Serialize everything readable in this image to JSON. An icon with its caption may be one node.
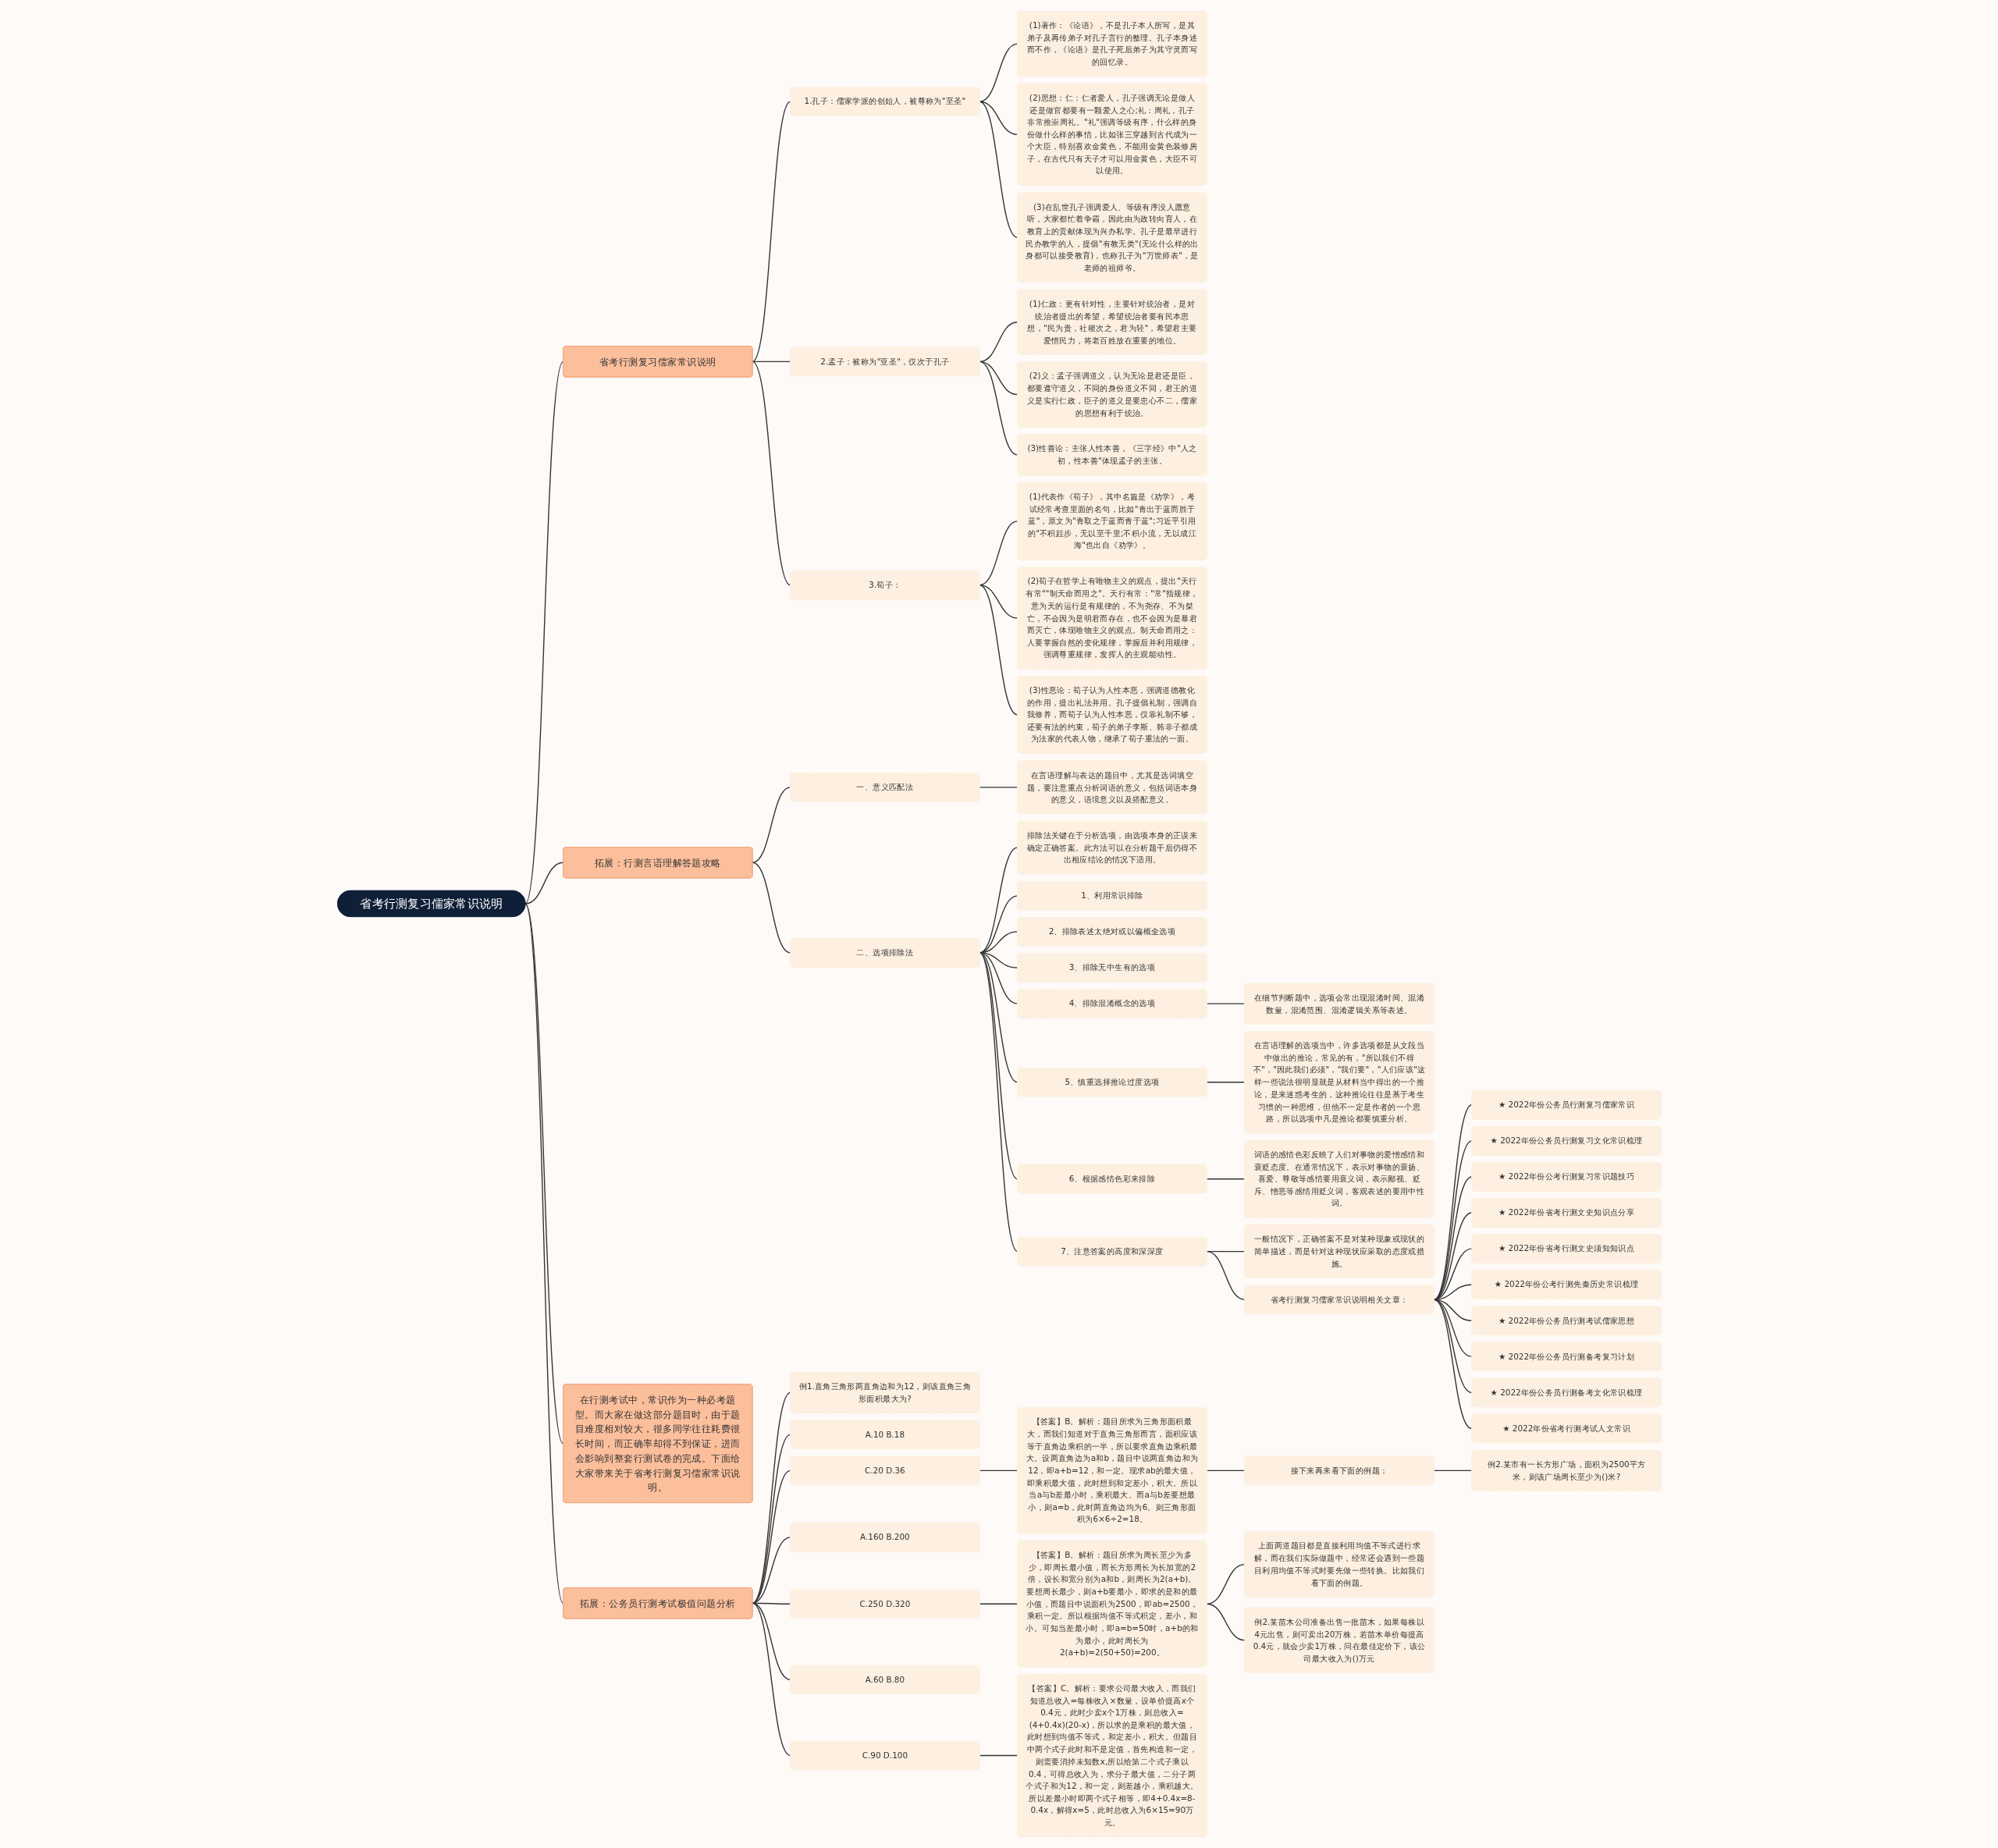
{
  "diagram": {
    "nodes": [
      {
        "text": [
          "省考行测复习儒家常识说明"
        ]
      },
      {
        "text": [
          "省考行测复习儒家常识说明"
        ]
      },
      {
        "text": [
          "1.孔子：儒家学派的创始人，被尊称为\"至圣\""
        ]
      },
      {
        "text": [
          "(1)著作：《论语》，不是孔子本人所写，是其弟子及再传弟子对孔子言行的整理。孔子本身述而不作，《论语》是孔子死后弟子为其守灵而写的回忆录。"
        ]
      },
      {
        "text": [
          "(2)思想：仁：仁者爱人，孔子强调无论是做人还是做官都要有一颗爱人之心;礼：周礼，孔子非常推崇周礼。\"礼\"强调等级有序，什么样的身份做什么样的事情，比如张三穿越到古代成为一个大臣，特别喜欢金黄色，不能用金黄色装修房子，在古代只有天子才可以用金黄色，大臣不可以使用。"
        ]
      },
      {
        "text": [
          "(3)在乱世孔子强调爱人、等级有序没人愿意听，大家都忙着争霸，因此由为政转向育人，在教育上的贡献体现为兴办私学。孔子是最早进行民办教学的人，提倡\"有教无类\"(无论什么样的出身都可以接受教育)，也称孔子为\"万世师表\"，是老师的祖师爷。"
        ]
      },
      {
        "text": [
          "2.孟子：被称为\"亚圣\"，仅次于孔子"
        ]
      },
      {
        "text": [
          "(1)仁政：更有针对性，主要针对统治者，是对统治者提出的希望，希望统治者要有民本思想，\"民为贵，社稷次之，君为轻\"，希望君主要爱惜民力，将老百姓放在重要的地位。"
        ]
      },
      {
        "text": [
          "(2)义：孟子强调道义，认为无论是君还是臣，都要遵守道义，不同的身份道义不同，君王的道义是实行仁政，臣子的道义是要忠心不二，儒家的思想有利于统治。"
        ]
      },
      {
        "text": [
          "(3)性善论：主张人性本善，《三字经》中\"人之初，性本善\"体现孟子的主张。"
        ]
      },
      {
        "text": [
          "3.荀子："
        ]
      },
      {
        "text": [
          "(1)代表作《荀子》，其中名篇是《劝学》，考试经常考查里面的名句，比如\"青出于蓝而胜于蓝\"，原文为\"青取之于蓝而青于蓝\";习近平引用的\"不积跬步，无以至千里;不积小流，无以成江海\"也出自《劝学》。"
        ]
      },
      {
        "text": [
          "(2)荀子在哲学上有唯物主义的观点，提出\"天行有常\"\"制天命而用之\"。天行有常：\"常\"指规律，意为天的运行是有规律的，不为尧存、不为桀亡，不会因为是明君而存在，也不会因为是暴君而灭亡，体现唯物主义的观点。制天命而用之：人要掌握自然的变化规律，掌握后并利用规律，强调尊重规律，发挥人的主观能动性。"
        ]
      },
      {
        "text": [
          "(3)性恶论：荀子认为人性本恶，强调道德教化的作用，提出礼法并用。孔子提倡礼制，强调自我修养，而荀子认为人性本恶，仅靠礼制不够，还要有法的约束，荀子的弟子李斯、韩非子都成为法家的代表人物，继承了荀子重法的一面。"
        ]
      },
      {
        "text": [
          "拓展：行测言语理解答题攻略"
        ]
      },
      {
        "text": [
          "一、意义匹配法"
        ]
      },
      {
        "text": [
          "在言语理解与表达的题目中，尤其是选词填空题，要注意重点分析词语的意义，包括词语本身的意义，语境意义以及搭配意义。"
        ]
      },
      {
        "text": [
          "二、选项排除法"
        ]
      },
      {
        "text": [
          "排除法关键在于分析选项，由选项本身的正误来确定正确答案。此方法可以在分析题干后仍得不出相应结论的情况下适用。"
        ]
      },
      {
        "text": [
          "1、利用常识排除"
        ]
      },
      {
        "text": [
          "2、排除表述太绝对或以偏概全选项"
        ]
      },
      {
        "text": [
          "3、排除无中生有的选项"
        ]
      },
      {
        "text": [
          "4、排除混淆概念的选项"
        ]
      },
      {
        "text": [
          "在细节判断题中，选项会常出现混淆时间、混淆数量，混淆范围、混淆逻辑关系等表述。"
        ]
      },
      {
        "text": [
          "5、慎重选择推论过度选项"
        ]
      },
      {
        "text": [
          "在言语理解的选项当中，许多选项都是从文段当中做出的推论，常见的有，\"所以我们不得不\"，\"因此我们必须\"，\"我们要\"，\"人们应该\"这样一些说法很明显就是从材料当中得出的一个推论，是来迷惑考生的，这种推论往往是基于考生习惯的一种思维，但他不一定是作者的一个思路，所以选项中凡是推论都要慎重分析。"
        ]
      },
      {
        "text": [
          "6、根据感情色彩来排除"
        ]
      },
      {
        "text": [
          "词语的感情色彩反映了人们对事物的爱憎感情和褒贬态度。在通常情况下，表示对事物的褒扬、喜爱、尊敬等感情要用褒义词，表示鄙视、贬斥、憎恶等感情用贬义词，客观表述的要用中性词。"
        ]
      },
      {
        "text": [
          "7、注意答案的高度和深深度"
        ]
      },
      {
        "text": [
          "一般情况下，正确答案不是对某种现象或现状的简单描述，而是针对这种现状应采取的态度或措施。"
        ]
      },
      {
        "text": [
          "省考行测复习儒家常识说明相关文章："
        ]
      },
      {
        "text": [
          "★ 2022年份公务员行测复习儒家常识"
        ]
      },
      {
        "text": [
          "★ 2022年份公务员行测复习文化常识梳理"
        ]
      },
      {
        "text": [
          "★ 2022年份公考行测复习常识题技巧"
        ]
      },
      {
        "text": [
          "★ 2022年份省考行测文史知识点分享"
        ]
      },
      {
        "text": [
          "★ 2022年份省考行测文史须知知识点"
        ]
      },
      {
        "text": [
          "★ 2022年份公考行测先秦历史常识梳理"
        ]
      },
      {
        "text": [
          "★ 2022年份公务员行测考试儒家思想"
        ]
      },
      {
        "text": [
          "★ 2022年份公务员行测备考复习计划"
        ]
      },
      {
        "text": [
          "★ 2022年份公务员行测备考文化常识梳理"
        ]
      },
      {
        "text": [
          "★ 2022年份省考行测考试人文常识"
        ]
      },
      {
        "text": [
          "在行测考试中，常识作为一种必考题型。而大家在做这部分题目时，由于题目难度相对较大，很多同学往往耗费很长时间，而正确率却得不到保证，进而会影响到整套行测试卷的完成。下面给大家带来关于省考行测复习儒家常识说明。"
        ]
      },
      {
        "text": [
          "拓展：公务员行测考试极值问题分析"
        ]
      },
      {
        "text": [
          "例1.直角三角形两直角边和为12，则该直角三角形面积最大为?"
        ]
      },
      {
        "text": [
          "A.10 B.18"
        ]
      },
      {
        "text": [
          "C.20 D.36"
        ]
      },
      {
        "text": [
          "【答案】B。解析：题目所求为三角形面积最大，而我们知道对于直角三角形而言，面积应该等于直角边乘积的一半，所以要求直角边乘积最大。设两直角边为a和b，题目中说两直角边和为12，即a+b=12，和一定。现求ab的最大值，即乘积最大值，此时想到和定差小，积大。所以当a与b差最小时，乘积最大。而a与b差要想最小，则a=b，此时两直角边均为6。则三角形面积为6×6÷2=18。"
        ]
      },
      {
        "text": [
          "接下来再来看下面的例题："
        ]
      },
      {
        "text": [
          "例2.某市有一长方形广场，面积为2500平方米，则该广场周长至少为()米?"
        ]
      },
      {
        "text": [
          "A.160 B.200"
        ]
      },
      {
        "text": [
          "C.250 D.320"
        ]
      },
      {
        "text": [
          "【答案】B。解析：题目所求为周长至少为多少，即周长最小值，而长方形周长为长加宽的2倍，设长和宽分别为a和b，则周长为2(a+b)。要想周长最少，则a+b要最小，即求的是和的最小值，而题目中说面积为2500，即ab=2500，乘积一定。所以根据均值不等式积定，差小，和小。可知当差最小时，即a=b=50时，a+b的和为最小，此时周长为2(a+b)=2(50+50)=200。"
        ]
      },
      {
        "text": [
          "上面两道题目都是直接利用均值不等式进行求解，而在我们实际做题中，经常还会遇到一些题目利用均值不等式时要先做一些转换。比如我们看下面的例题。"
        ]
      },
      {
        "text": [
          "例2.某苗木公司准备出售一批苗木，如果每株以4元出售，则可卖出20万株，若苗木单价每提高0.4元，就会少卖1万株，问在最佳定价下，该公司最大收入为()万元"
        ]
      },
      {
        "text": [
          "A.60 B.80"
        ]
      },
      {
        "text": [
          "C.90 D.100"
        ]
      },
      {
        "text": [
          "【答案】C。解析：要求公司最大收入，而我们知道总收入=每株收入×数量，设单价提高x个0.4元，此时少卖x个1万株，则总收入=(4+0.4x)(20-x)，所以求的是乘积的最大值，此时想到均值不等式，和定差小，积大。但题目中两个式子此时和不是定值，首先构造和一定，则需要消掉未知数x,所以给第二个式子乘以0.4，可得总收入为，求分子最大值，二分子两个式子和为12，和一定，则差越小，乘积越大。所以差最小时即两个式子相等，即4+0.4x=8-0.4x，解得x=5，此时总收入为6×15=90万元。"
        ]
      }
    ],
    "edges": [
      {
        "from": 0,
        "to": 1,
        "arrow": "none"
      },
      {
        "from": 1,
        "to": 2,
        "arrow": "none"
      },
      {
        "from": 2,
        "to": 3,
        "arrow": "none"
      },
      {
        "from": 2,
        "to": 4,
        "arrow": "none"
      },
      {
        "from": 2,
        "to": 5,
        "arrow": "none"
      },
      {
        "from": 1,
        "to": 6,
        "arrow": "none"
      },
      {
        "from": 6,
        "to": 7,
        "arrow": "none"
      },
      {
        "from": 6,
        "to": 8,
        "arrow": "none"
      },
      {
        "from": 6,
        "to": 9,
        "arrow": "none"
      },
      {
        "from": 1,
        "to": 10,
        "arrow": "none"
      },
      {
        "from": 10,
        "to": 11,
        "arrow": "none"
      },
      {
        "from": 10,
        "to": 12,
        "arrow": "none"
      },
      {
        "from": 10,
        "to": 13,
        "arrow": "none"
      },
      {
        "from": 0,
        "to": 14,
        "arrow": "none"
      },
      {
        "from": 14,
        "to": 15,
        "arrow": "none"
      },
      {
        "from": 15,
        "to": 16,
        "arrow": "none"
      },
      {
        "from": 14,
        "to": 17,
        "arrow": "none"
      },
      {
        "from": 17,
        "to": 18,
        "arrow": "none"
      },
      {
        "from": 17,
        "to": 19,
        "arrow": "none"
      },
      {
        "from": 17,
        "to": 20,
        "arrow": "none"
      },
      {
        "from": 17,
        "to": 21,
        "arrow": "none"
      },
      {
        "from": 17,
        "to": 22,
        "arrow": "none"
      },
      {
        "from": 22,
        "to": 23,
        "arrow": "none"
      },
      {
        "from": 17,
        "to": 24,
        "arrow": "none"
      },
      {
        "from": 24,
        "to": 25,
        "arrow": "none"
      },
      {
        "from": 17,
        "to": 26,
        "arrow": "none"
      },
      {
        "from": 26,
        "to": 27,
        "arrow": "none"
      },
      {
        "from": 17,
        "to": 28,
        "arrow": "none"
      },
      {
        "from": 28,
        "to": 29,
        "arrow": "none"
      },
      {
        "from": 28,
        "to": 30,
        "arrow": "none"
      },
      {
        "from": 30,
        "to": 31,
        "arrow": "none"
      },
      {
        "from": 30,
        "to": 32,
        "arrow": "none"
      },
      {
        "from": 30,
        "to": 33,
        "arrow": "none"
      },
      {
        "from": 30,
        "to": 34,
        "arrow": "none"
      },
      {
        "from": 30,
        "to": 35,
        "arrow": "none"
      },
      {
        "from": 30,
        "to": 36,
        "arrow": "none"
      },
      {
        "from": 30,
        "to": 37,
        "arrow": "none"
      },
      {
        "from": 30,
        "to": 38,
        "arrow": "none"
      },
      {
        "from": 30,
        "to": 39,
        "arrow": "none"
      },
      {
        "from": 30,
        "to": 40,
        "arrow": "none"
      },
      {
        "from": 0,
        "to": 41,
        "arrow": "none"
      },
      {
        "from": 0,
        "to": 42,
        "arrow": "none"
      },
      {
        "from": 42,
        "to": 43,
        "arrow": "none"
      },
      {
        "from": 42,
        "to": 44,
        "arrow": "none"
      },
      {
        "from": 42,
        "to": 45,
        "arrow": "none"
      },
      {
        "from": 45,
        "to": 46,
        "arrow": "none"
      },
      {
        "from": 46,
        "to": 47,
        "arrow": "none"
      },
      {
        "from": 47,
        "to": 48,
        "arrow": "none"
      },
      {
        "from": 42,
        "to": 49,
        "arrow": "none"
      },
      {
        "from": 42,
        "to": 50,
        "arrow": "none"
      },
      {
        "from": 50,
        "to": 51,
        "arrow": "none"
      },
      {
        "from": 51,
        "to": 52,
        "arrow": "none"
      },
      {
        "from": 51,
        "to": 53,
        "arrow": "none"
      },
      {
        "from": 42,
        "to": 54,
        "arrow": "none"
      },
      {
        "from": 42,
        "to": 55,
        "arrow": "none"
      },
      {
        "from": 55,
        "to": 56,
        "arrow": "none"
      }
    ]
  }
}
